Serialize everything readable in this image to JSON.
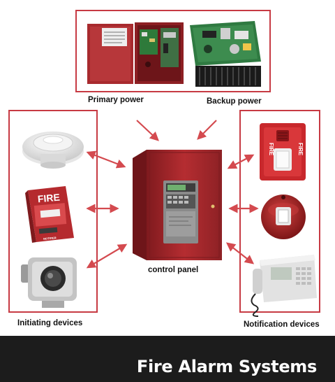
{
  "labels": {
    "primary_power": "Primary power",
    "backup_power": "Backup power",
    "control_panel": "control panel",
    "initiating_devices": "Initiating devices",
    "notification_devices": "Notification devices"
  },
  "device_text": {
    "pull_station": "FIRE",
    "strobe_vertical": "FIRE",
    "brand": "NOTIFIER"
  },
  "footer": {
    "title": "Fire Alarm Systems"
  },
  "colors": {
    "frame": "#c73a43",
    "arrow": "#d44a4f",
    "panel_red": "#a8282c",
    "footer_bg": "#1c1c1c"
  }
}
